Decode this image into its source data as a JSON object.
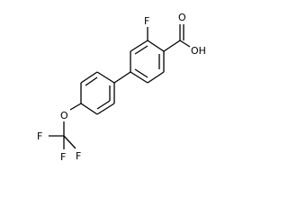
{
  "diagram": {
    "type": "chemical-structure",
    "atom_labels": {
      "fluoro_top": "F",
      "carboxyl_oxo": "O",
      "carboxyl_hydroxyl": "OH",
      "ether_oxygen": "O",
      "cf3_fluorine_1": "F",
      "cf3_fluorine_2": "F",
      "cf3_fluorine_3": "F"
    },
    "colors": {
      "bond": "#000000",
      "label": "#000000",
      "background": "#ffffff"
    }
  }
}
